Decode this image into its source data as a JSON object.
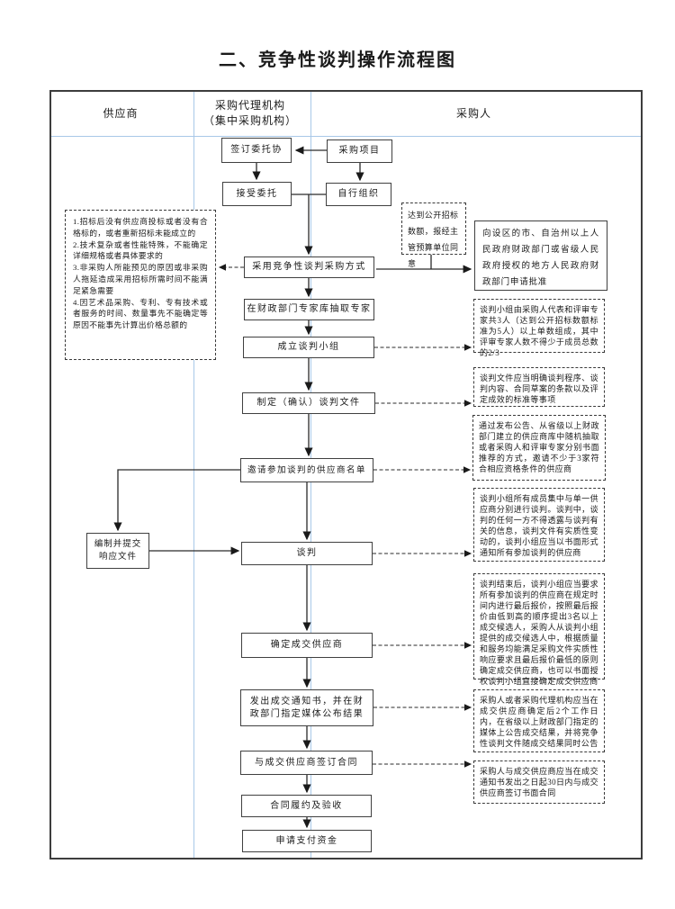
{
  "title": "二、竞争性谈判操作流程图",
  "header": {
    "supplier": "供应商",
    "agency_line1": "采购代理机构",
    "agency_line2": "（集中采购机构）",
    "purchaser": "采购人"
  },
  "flow": {
    "sign_agreement": "签订委托协",
    "project": "采购项目",
    "accept": "接受委托",
    "self_organize": "自行组织",
    "method": "采用竞争性谈判采购方式",
    "experts": "在财政部门专家库抽取专家",
    "group": "成立谈判小组",
    "documents": "制定（确认）谈判文件",
    "invite_list": "邀请参加谈判的供应商名单",
    "negotiate": "谈判",
    "confirm": "确定成交供应商",
    "notice": "发出成交通知书，并在财政部门指定媒体公布结果",
    "contract": "与成交供应商签订合同",
    "perform": "合同履约及验收",
    "payment": "申请支付资金",
    "response_line1": "编制并提交",
    "response_line2": "响应文件"
  },
  "annotations": {
    "conditions": [
      "1.招标后没有供应商投标或者没有合格标的，或者重新招标未能成立的",
      "2.技术复杂或者性能特殊，不能确定详细规格或者具体要求的",
      "3.非采购人所能预见的原因或非采购人拖延造成采用招标所需时间不能满足紧急需要",
      "4.因艺术品采购、专利、专有技术或者服务的时间、数量事先不能确定等原因不能事先计算出价格总额的"
    ],
    "threshold": "达到公开招标数额，报经主管预算单位同意",
    "approval": "向设区的市、自治州以上人民政府财政部门或省级人民政府授权的地方人民政府财政部门申请批准",
    "group_rule": "谈判小组由采购人代表和评审专家共3人（达到公开招标数额标准为5人）以上单数组成，其中评审专家人数不得少于成员总数的2/3",
    "doc_rule": "谈判文件应当明确谈判程序、谈判内容、合同草案的条款以及评定成效的标准等事项",
    "invite_rule": "通过发布公告、从省级以上财政部门建立的供应商库中随机抽取或者采购人和评审专家分别书面推荐的方式，邀请不少于3家符合相应资格条件的供应商",
    "negotiate_rule": "谈判小组所有成员集中与单一供应商分别进行谈判。谈判中，谈判的任何一方不得透露与谈判有关的信息，谈判文件有实质性变动的，谈判小组应当以书面形式通知所有参加谈判的供应商",
    "deal_rule": "谈判结束后，谈判小组应当要求所有参加谈判的供应商在规定时间内进行最后报价，按照最后报价由低到高的顺序提出3名以上成交候选人，采购人从谈判小组提供的成交候选人中，根据质量和服务均能满足采购文件实质性响应要求且最后报价最低的原则确定成交供应商，也可以书面授权谈判小组直接确定成交供应商",
    "announce_rule": "采购人或者采购代理机构应当在成交供应商确定后2个工作日内，在省级以上财政部门指定的媒体上公告成交结果，并将竞争性谈判文件随成交结果同时公告",
    "contract_rule": "采购人与成交供应商应当在成交通知书发出之日起30日内与成交供应商签订书面合同"
  },
  "colors": {
    "box_border": "#404040",
    "grid_blue": "#a8c8e8"
  }
}
